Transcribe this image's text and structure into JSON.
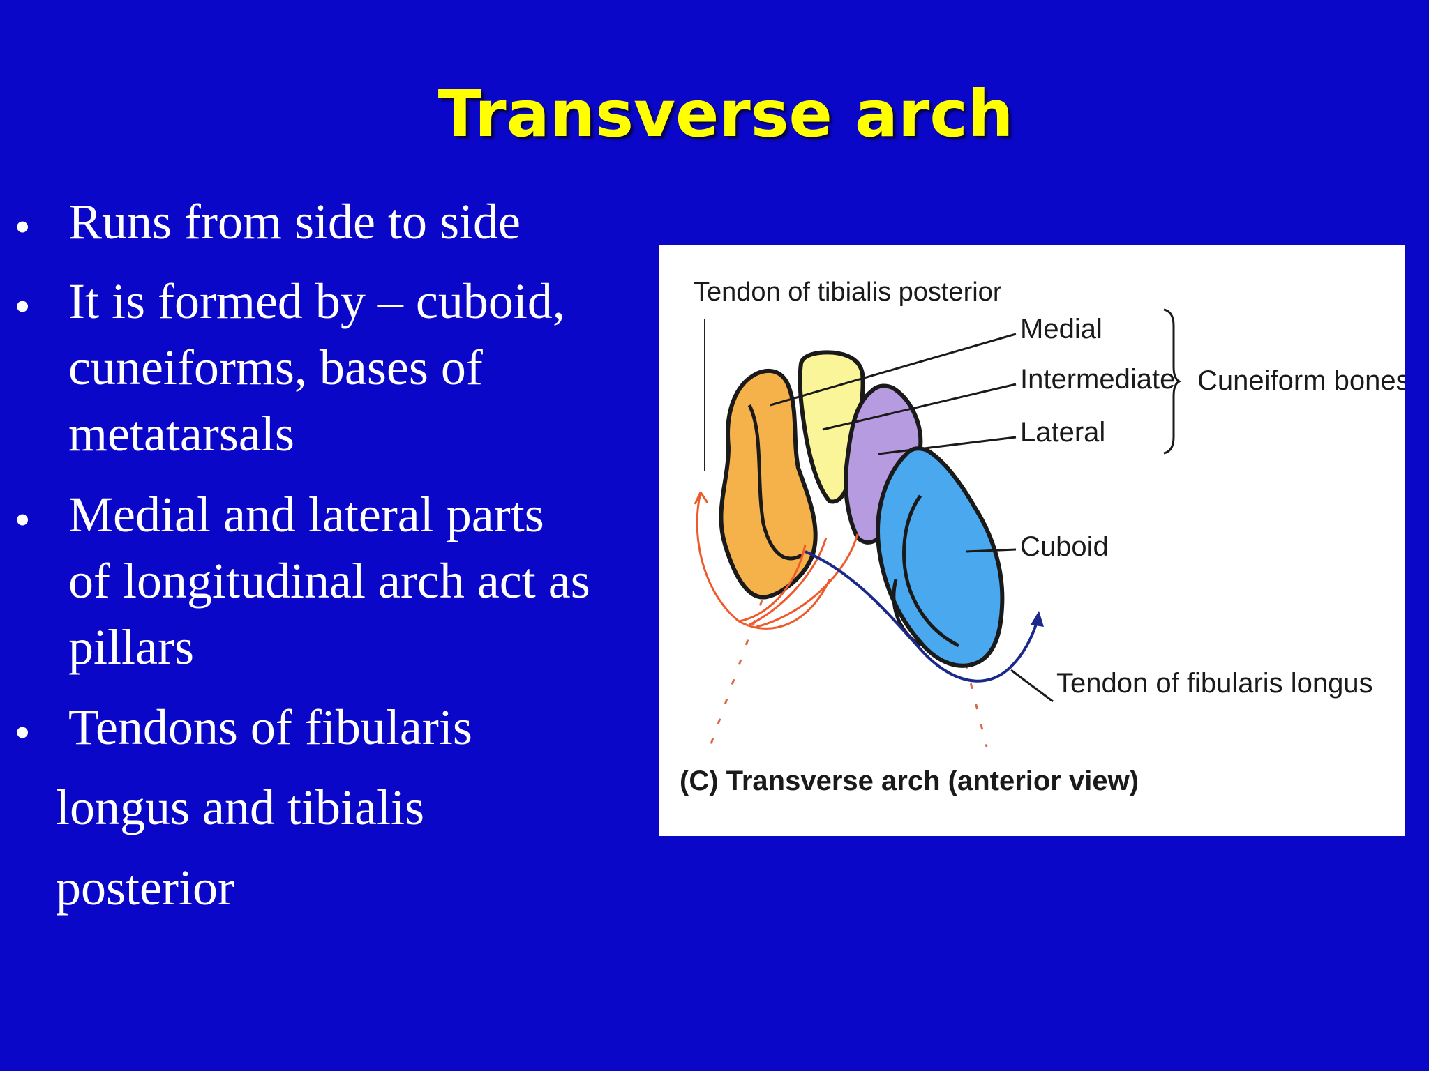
{
  "slide": {
    "title": "Transverse arch",
    "bullets": [
      {
        "lines": [
          "Runs from side to side"
        ]
      },
      {
        "lines": [
          "It is formed by – cuboid,",
          "cuneiforms, bases of",
          "metatarsals"
        ]
      },
      {
        "lines": [
          "Medial and lateral parts",
          "of longitudinal arch act as",
          "pillars"
        ]
      },
      {
        "lines": [
          "Tendons of fibularis"
        ]
      }
    ],
    "continuation_lines": [
      "longus and tibialis",
      "posterior"
    ],
    "bullet_symbol": "•"
  },
  "figure": {
    "labels": {
      "tibialis_posterior": "Tendon of tibialis posterior",
      "medial": "Medial",
      "intermediate": "Intermediate",
      "lateral": "Lateral",
      "cuneiform_bones": "Cuneiform bones",
      "cuboid": "Cuboid",
      "fibularis_longus": "Tendon of fibularis longus",
      "caption": "(C) Transverse arch (anterior view)"
    },
    "colors": {
      "medial_bone": "#f6b24a",
      "intermediate_bone": "#fbf59a",
      "lateral_bone": "#b79be0",
      "cuboid_bone": "#4aa8ee",
      "tibialis_tendon": "#ef5a2a",
      "fibularis_tendon": "#1b2a8a"
    }
  },
  "colors": {
    "background": "#0b07c9",
    "title": "#ffff00",
    "text": "#ffffff"
  }
}
